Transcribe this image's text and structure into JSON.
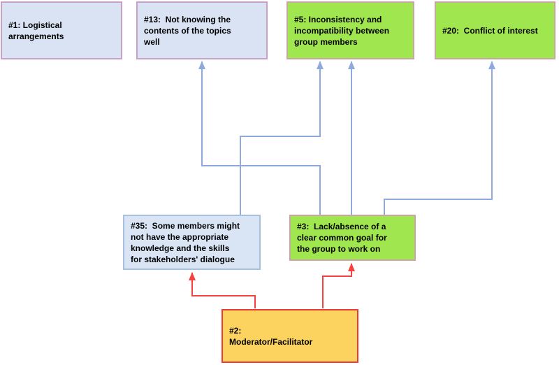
{
  "diagram": {
    "type": "causal-structure-diagram",
    "nodes": [
      {
        "id": "#1",
        "label": "#1: Logistical\narrangements",
        "fill": "#dae3f3",
        "border": "#c9a0c6"
      },
      {
        "id": "#13",
        "label": "#13:  Not knowing the\ncontents of the topics\nwell",
        "fill": "#dae3f3",
        "border": "#c9a0c6"
      },
      {
        "id": "#5",
        "label": "#5: Inconsistency and\nincompatibility between\ngroup members",
        "fill": "#a0e64f",
        "border": "#cba5a5"
      },
      {
        "id": "#20",
        "label": "#20:  Conflict of interest",
        "fill": "#a0e64f",
        "border": "#cba5a5"
      },
      {
        "id": "#35",
        "label": "#35:  Some members might\nnot have the appropriate\nknowledge and the skills\nfor stakeholders' dialogue",
        "fill": "#d9e5f5",
        "border": "#a7c0de"
      },
      {
        "id": "#3",
        "label": "#3:  Lack/absence of a\nclear common goal for\nthe group to work on",
        "fill": "#a0e64f",
        "border": "#cba5a5"
      },
      {
        "id": "#2",
        "label": "#2:\nModerator/Facilitator",
        "fill": "#fcd35f",
        "border": "#ee3a35"
      }
    ],
    "edges": [
      {
        "from": "#35",
        "to": "#5",
        "color": "#8fa9dc"
      },
      {
        "from": "#3",
        "to": "#13",
        "color": "#8fa9dc"
      },
      {
        "from": "#3",
        "to": "#5",
        "color": "#8fa9dc"
      },
      {
        "from": "#3",
        "to": "#20",
        "color": "#8fa9dc"
      },
      {
        "from": "#2",
        "to": "#35",
        "color": "#f5423e"
      },
      {
        "from": "#2",
        "to": "#3",
        "color": "#f5423e"
      }
    ],
    "colors": {
      "blue_connector": "#8fa9dc",
      "red_connector": "#f5423e",
      "text": "#000000",
      "background": "#ffffff"
    }
  }
}
